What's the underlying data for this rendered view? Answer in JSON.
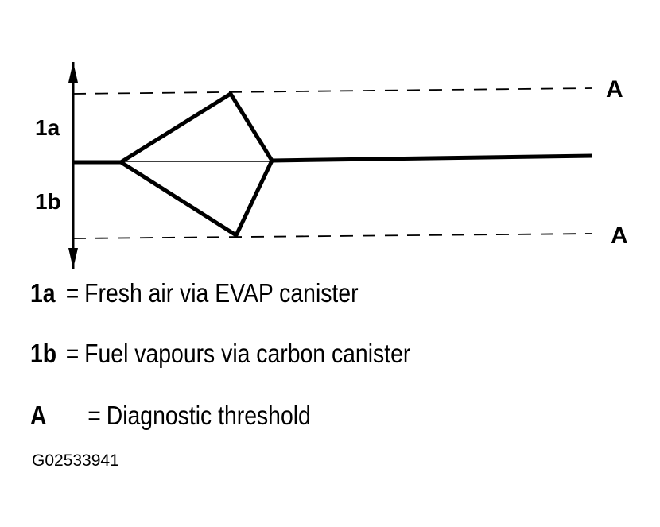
{
  "diagram": {
    "threshold_upper_label": "A",
    "threshold_lower_label": "A",
    "axis_upper_label": "1a",
    "axis_lower_label": "1b"
  },
  "legend": [
    {
      "key": "1a",
      "eq": "=",
      "text": "Fresh air via EVAP canister"
    },
    {
      "key": "1b",
      "eq": "=",
      "text": "Fuel vapours via carbon canister"
    },
    {
      "key": "A",
      "eq": "=",
      "text": "Diagnostic threshold"
    }
  ],
  "figure_id": "G02533941",
  "colors": {
    "ink": "#000000",
    "background": "#ffffff"
  }
}
